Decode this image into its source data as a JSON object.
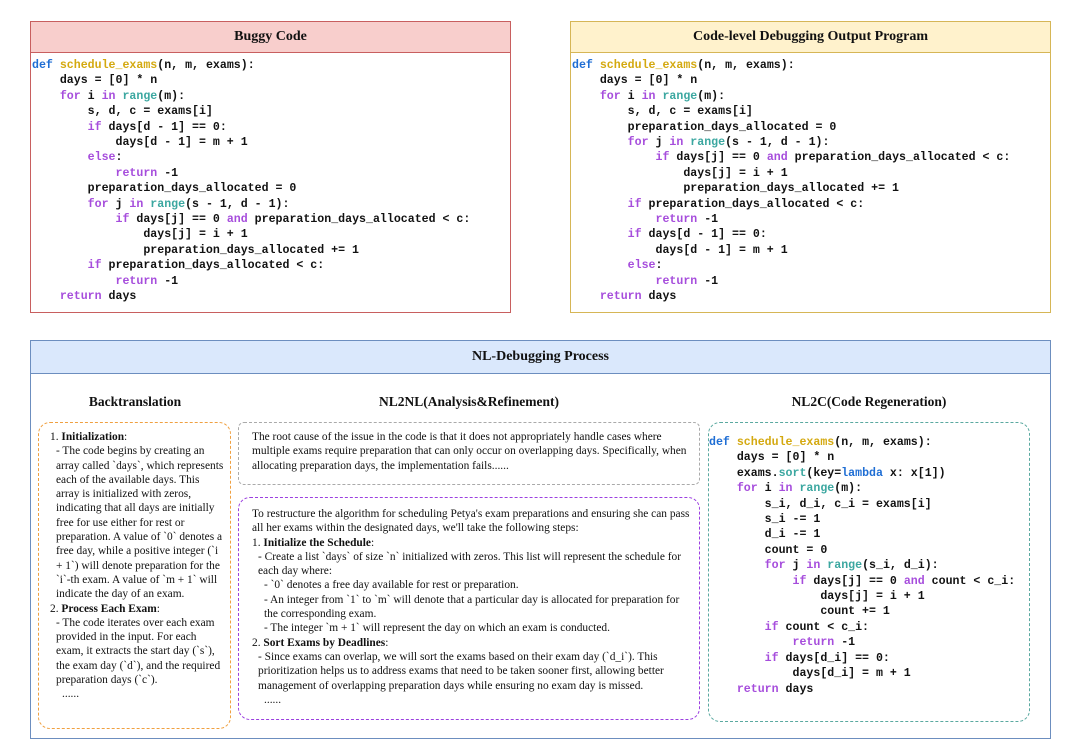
{
  "buggy": {
    "title": "Buggy Code",
    "lines": [
      [
        [
          "df",
          "def "
        ],
        [
          "fn",
          "schedule_exams"
        ],
        [
          "",
          "(n, m, exams):"
        ]
      ],
      [
        [
          "",
          "    days = [0] * n"
        ]
      ],
      [
        [
          "kw",
          "    for "
        ],
        [
          "",
          "i "
        ],
        [
          "kw",
          "in "
        ],
        [
          "bi",
          "range"
        ],
        [
          "",
          "(m):"
        ]
      ],
      [
        [
          "",
          "        s, d, c = exams[i]"
        ]
      ],
      [
        [
          "kw",
          "        if "
        ],
        [
          "",
          "days[d - 1] == 0:"
        ]
      ],
      [
        [
          "",
          "            days[d - 1] = m + 1"
        ]
      ],
      [
        [
          "kw",
          "        else"
        ],
        [
          "",
          ":"
        ]
      ],
      [
        [
          "kw",
          "            return "
        ],
        [
          "",
          "-1"
        ]
      ],
      [
        [
          "",
          "        preparation_days_allocated = 0"
        ]
      ],
      [
        [
          "kw",
          "        for "
        ],
        [
          "",
          "j "
        ],
        [
          "kw",
          "in "
        ],
        [
          "bi",
          "range"
        ],
        [
          "",
          "(s - 1, d - 1):"
        ]
      ],
      [
        [
          "kw",
          "            if "
        ],
        [
          "",
          "days[j] == 0 "
        ],
        [
          "kw",
          "and "
        ],
        [
          "",
          "preparation_days_allocated < c:"
        ]
      ],
      [
        [
          "",
          "                days[j] = i + 1"
        ]
      ],
      [
        [
          "",
          "                preparation_days_allocated += 1"
        ]
      ],
      [
        [
          "kw",
          "        if "
        ],
        [
          "",
          "preparation_days_allocated < c:"
        ]
      ],
      [
        [
          "kw",
          "            return "
        ],
        [
          "",
          "-1"
        ]
      ],
      [
        [
          "kw",
          "    return "
        ],
        [
          "",
          "days"
        ]
      ]
    ]
  },
  "fixed": {
    "title": "Code-level Debugging Output Program",
    "lines": [
      [
        [
          "df",
          "def "
        ],
        [
          "fn",
          "schedule_exams"
        ],
        [
          "",
          "(n, m, exams):"
        ]
      ],
      [
        [
          "",
          "    days = [0] * n"
        ]
      ],
      [
        [
          "kw",
          "    for "
        ],
        [
          "",
          "i "
        ],
        [
          "kw",
          "in "
        ],
        [
          "bi",
          "range"
        ],
        [
          "",
          "(m):"
        ]
      ],
      [
        [
          "",
          "        s, d, c = exams[i]"
        ]
      ],
      [
        [
          "",
          "        preparation_days_allocated = 0"
        ]
      ],
      [
        [
          "kw",
          "        for "
        ],
        [
          "",
          "j "
        ],
        [
          "kw",
          "in "
        ],
        [
          "bi",
          "range"
        ],
        [
          "",
          "(s - 1, d - 1):"
        ]
      ],
      [
        [
          "kw",
          "            if "
        ],
        [
          "",
          "days[j] == 0 "
        ],
        [
          "kw",
          "and "
        ],
        [
          "",
          "preparation_days_allocated < c:"
        ]
      ],
      [
        [
          "",
          "                days[j] = i + 1"
        ]
      ],
      [
        [
          "",
          "                preparation_days_allocated += 1"
        ]
      ],
      [
        [
          "kw",
          "        if "
        ],
        [
          "",
          "preparation_days_allocated < c:"
        ]
      ],
      [
        [
          "kw",
          "            return "
        ],
        [
          "",
          "-1"
        ]
      ],
      [
        [
          "kw",
          "        if "
        ],
        [
          "",
          "days[d - 1] == 0:"
        ]
      ],
      [
        [
          "",
          "            days[d - 1] = m + 1"
        ]
      ],
      [
        [
          "kw",
          "        else"
        ],
        [
          "",
          ":"
        ]
      ],
      [
        [
          "kw",
          "            return "
        ],
        [
          "",
          "-1"
        ]
      ],
      [
        [
          "kw",
          "    return "
        ],
        [
          "",
          "days"
        ]
      ]
    ]
  },
  "nl": {
    "title": "NL-Debugging Process",
    "backtranslation": {
      "title": "Backtranslation",
      "item1_num": "1. ",
      "item1_head": "Initialization",
      "item1_body": "- The code begins by creating an array called `days`, which represents each of the available days. This array is initialized with zeros, indicating that all days are initially free for use either for rest or preparation. A value of `0` denotes a free day, while a positive integer (`i + 1`) will denote preparation for the `i`-th exam. A value of `m + 1` will indicate the day of an exam.",
      "item2_num": "2. ",
      "item2_head": "Process Each Exam",
      "item2_body": "- The code iterates over each exam provided in the input. For each exam, it extracts the start day (`s`), the exam day (`d`), and the required preparation days (`c`).",
      "ellipsis": "......"
    },
    "nl2nl": {
      "title": "NL2NL(Analysis&Refinement)",
      "analysis": "The root cause of the issue in the code is that it does not appropriately handle cases where multiple exams require preparation that can only occur on overlapping days. Specifically, when allocating preparation days, the implementation fails......",
      "intro": "To restructure the algorithm for scheduling Petya's exam preparations and ensuring she can pass all her exams within the designated days, we'll take the following steps:",
      "step1_num": "1. ",
      "step1_head": "Initialize the Schedule",
      "step1_a": "- Create a list `days` of size `n` initialized with zeros. This list will represent the schedule for each day where:",
      "step1_b": "- `0` denotes a free day available for rest or preparation.",
      "step1_c": "- An integer from `1` to `m` will denote that a particular day is allocated for preparation for the corresponding exam.",
      "step1_d": "- The integer `m + 1` will represent the day on which an exam is conducted.",
      "step2_num": "2. ",
      "step2_head": "Sort Exams by Deadlines",
      "step2_a": "- Since exams can overlap, we will sort the exams based on their exam day (`d_i`). This prioritization helps us to address exams that need to be taken sooner first, allowing better management of overlapping preparation days while ensuring no exam day is missed.",
      "ellipsis": "......"
    },
    "nl2c": {
      "title": "NL2C(Code Regeneration)",
      "lines": [
        [
          [
            "df",
            "def "
          ],
          [
            "fn",
            "schedule_exams"
          ],
          [
            "",
            "(n, m, exams):"
          ]
        ],
        [
          [
            "",
            "    days = [0] * n"
          ]
        ],
        [
          [
            "",
            "    exams."
          ],
          [
            "bi",
            "sort"
          ],
          [
            "",
            "(key="
          ],
          [
            "df",
            "lambda "
          ],
          [
            "",
            "x: x[1])"
          ]
        ],
        [
          [
            "kw",
            "    for "
          ],
          [
            "",
            "i "
          ],
          [
            "kw",
            "in "
          ],
          [
            "bi",
            "range"
          ],
          [
            "",
            "(m):"
          ]
        ],
        [
          [
            "",
            "        s_i, d_i, c_i = exams[i]"
          ]
        ],
        [
          [
            "",
            "        s_i -= 1"
          ]
        ],
        [
          [
            "",
            "        d_i -= 1"
          ]
        ],
        [
          [
            "",
            "        count = 0"
          ]
        ],
        [
          [
            "kw",
            "        for "
          ],
          [
            "",
            "j "
          ],
          [
            "kw",
            "in "
          ],
          [
            "bi",
            "range"
          ],
          [
            "",
            "(s_i, d_i):"
          ]
        ],
        [
          [
            "kw",
            "            if "
          ],
          [
            "",
            "days[j] == 0 "
          ],
          [
            "kw",
            "and "
          ],
          [
            "",
            "count < c_i:"
          ]
        ],
        [
          [
            "",
            "                days[j] = i + 1"
          ]
        ],
        [
          [
            "",
            "                count += 1"
          ]
        ],
        [
          [
            "kw",
            "        if "
          ],
          [
            "",
            "count < c_i:"
          ]
        ],
        [
          [
            "kw",
            "            return "
          ],
          [
            "",
            "-1"
          ]
        ],
        [
          [
            "kw",
            "        if "
          ],
          [
            "",
            "days[d_i] == 0:"
          ]
        ],
        [
          [
            "",
            "            days[d_i] = m + 1"
          ]
        ],
        [
          [
            "kw",
            "    return "
          ],
          [
            "",
            "days"
          ]
        ]
      ]
    }
  },
  "colors": {
    "keyword": "#a64ddc",
    "function": "#d4a910",
    "builtin": "#3ba7a0",
    "def": "#1f6ed4",
    "buggy_header": "#f8cecc",
    "fixed_header": "#fff2cc",
    "nl_header": "#dae8fc"
  }
}
